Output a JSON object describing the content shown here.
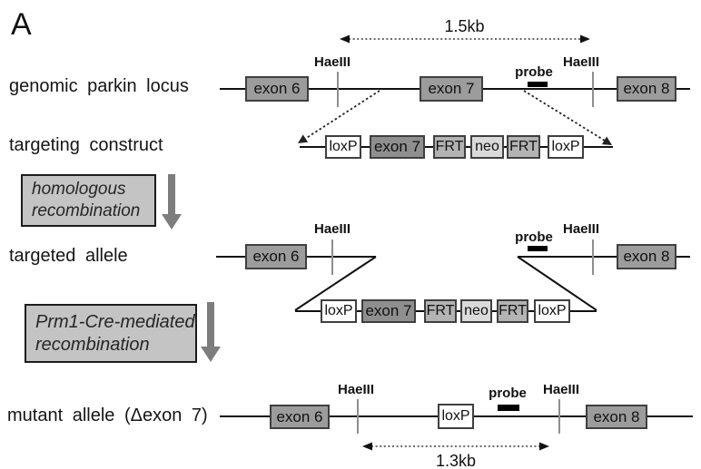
{
  "panel_label": "A",
  "rows": {
    "genomic": {
      "label": "genomic parkin locus",
      "exon6": "exon 6",
      "exon7": "exon 7",
      "exon8": "exon 8",
      "hae_left": "HaeIII",
      "hae_right": "HaeIII",
      "probe": "probe",
      "size": "1.5kb"
    },
    "construct": {
      "label": "targeting construct",
      "boxes": [
        "loxP",
        "exon 7",
        "FRT",
        "neo",
        "FRT",
        "loxP"
      ]
    },
    "targeted": {
      "label": "targeted allele",
      "exon6": "exon 6",
      "exon8": "exon 8",
      "hae_left": "HaeIII",
      "hae_right": "HaeIII",
      "probe": "probe",
      "boxes": [
        "loxP",
        "exon 7",
        "FRT",
        "neo",
        "FRT",
        "loxP"
      ]
    },
    "mutant": {
      "label": "mutant allele (Δexon 7)",
      "exon6": "exon 6",
      "exon8": "exon 8",
      "loxp": "loxP",
      "hae_left": "HaeIII",
      "hae_right": "HaeIII",
      "probe": "probe",
      "size": "1.3kb"
    }
  },
  "steps": [
    {
      "line1": "homologous",
      "line2": "recombination"
    },
    {
      "line1": "Prm1-Cre-mediated",
      "line2": "recombination"
    }
  ],
  "colors": {
    "exon_fill": "#9c9c9c",
    "exon7_fill": "#8f8f8f",
    "frt_fill": "#b3b3b3",
    "neo_fill": "#dadada",
    "loxp_fill": "#ffffff",
    "step_box_fill": "#c4c4c4",
    "arrow_gray": "#7d7d7d",
    "line_black": "#111111"
  }
}
